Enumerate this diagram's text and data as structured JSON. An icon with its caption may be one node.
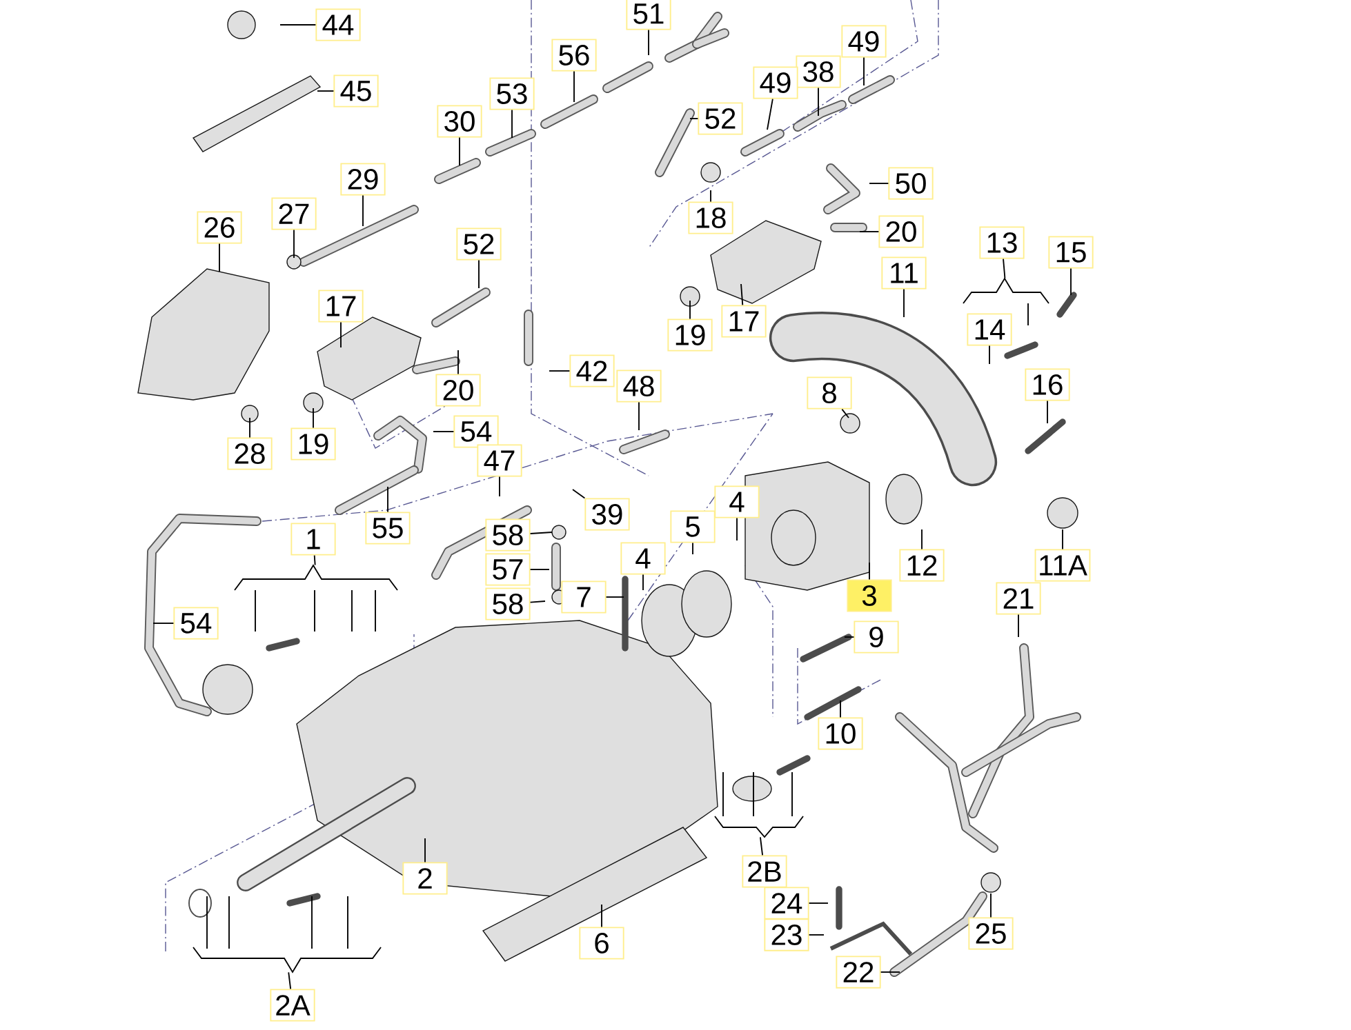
{
  "diagram": {
    "nodes": [
      {
        "text": [
          "44"
        ]
      },
      {
        "text": [
          "51"
        ]
      },
      {
        "text": [
          "56"
        ]
      },
      {
        "text": [
          "49"
        ]
      },
      {
        "text": [
          "38"
        ]
      },
      {
        "text": [
          "45"
        ]
      },
      {
        "text": [
          "53"
        ]
      },
      {
        "text": [
          "49"
        ]
      },
      {
        "text": [
          "52"
        ]
      },
      {
        "text": [
          "30"
        ]
      },
      {
        "text": [
          "29"
        ]
      },
      {
        "text": [
          "50"
        ]
      },
      {
        "text": [
          "18"
        ]
      },
      {
        "text": [
          "27"
        ]
      },
      {
        "text": [
          "26"
        ]
      },
      {
        "text": [
          "20"
        ]
      },
      {
        "text": [
          "52"
        ]
      },
      {
        "text": [
          "13"
        ]
      },
      {
        "text": [
          "15"
        ]
      },
      {
        "text": [
          "11"
        ]
      },
      {
        "text": [
          "17"
        ]
      },
      {
        "text": [
          "14"
        ]
      },
      {
        "text": [
          "17"
        ]
      },
      {
        "text": [
          "19"
        ]
      },
      {
        "text": [
          "42"
        ]
      },
      {
        "text": [
          "20"
        ]
      },
      {
        "text": [
          "48"
        ]
      },
      {
        "text": [
          "16"
        ]
      },
      {
        "text": [
          "8"
        ]
      },
      {
        "text": [
          "54"
        ]
      },
      {
        "text": [
          "28"
        ]
      },
      {
        "text": [
          "19"
        ]
      },
      {
        "text": [
          "47"
        ]
      },
      {
        "text": [
          "39"
        ]
      },
      {
        "text": [
          "55"
        ]
      },
      {
        "text": [
          "4"
        ]
      },
      {
        "text": [
          "5"
        ]
      },
      {
        "text": [
          "1"
        ]
      },
      {
        "text": [
          "58"
        ]
      },
      {
        "text": [
          "4"
        ]
      },
      {
        "text": [
          "12"
        ]
      },
      {
        "text": [
          "11A"
        ]
      },
      {
        "text": [
          "57"
        ]
      },
      {
        "text": [
          "3"
        ]
      },
      {
        "text": [
          "7"
        ]
      },
      {
        "text": [
          "58"
        ]
      },
      {
        "text": [
          "21"
        ]
      },
      {
        "text": [
          "54"
        ]
      },
      {
        "text": [
          "9"
        ]
      },
      {
        "text": [
          "10"
        ]
      },
      {
        "text": [
          "2B"
        ]
      },
      {
        "text": [
          "2"
        ]
      },
      {
        "text": [
          "24"
        ]
      },
      {
        "text": [
          "23"
        ]
      },
      {
        "text": [
          "6"
        ]
      },
      {
        "text": [
          "22"
        ]
      },
      {
        "text": [
          "25"
        ]
      },
      {
        "text": [
          "2A"
        ]
      },
      {
        "text": [],
        "shape": "bracket"
      },
      {
        "text": [],
        "shape": "bracket"
      },
      {
        "text": [],
        "shape": "bracket"
      },
      {
        "text": [],
        "shape": "bracket"
      }
    ],
    "edges": [
      {
        "from": 0,
        "to": null,
        "arrow": "none"
      },
      {
        "from": 1,
        "to": null,
        "arrow": "none"
      },
      {
        "from": 2,
        "to": null,
        "arrow": "none"
      },
      {
        "from": 3,
        "to": null,
        "arrow": "none"
      },
      {
        "from": 4,
        "to": null,
        "arrow": "none"
      },
      {
        "from": 5,
        "to": null,
        "arrow": "none"
      },
      {
        "from": 6,
        "to": null,
        "arrow": "none"
      },
      {
        "from": 7,
        "to": null,
        "arrow": "none"
      },
      {
        "from": 8,
        "to": null,
        "arrow": "none"
      },
      {
        "from": 9,
        "to": null,
        "arrow": "none"
      },
      {
        "from": 10,
        "to": null,
        "arrow": "none"
      },
      {
        "from": 11,
        "to": null,
        "arrow": "none"
      },
      {
        "from": 12,
        "to": null,
        "arrow": "none"
      },
      {
        "from": 13,
        "to": null,
        "arrow": "none"
      },
      {
        "from": 14,
        "to": null,
        "arrow": "none"
      },
      {
        "from": 15,
        "to": null,
        "arrow": "none"
      },
      {
        "from": 16,
        "to": null,
        "arrow": "none"
      },
      {
        "from": 17,
        "to": 59,
        "arrow": "none"
      },
      {
        "from": 18,
        "to": null,
        "arrow": "none"
      },
      {
        "from": 19,
        "to": null,
        "arrow": "none"
      },
      {
        "from": 20,
        "to": null,
        "arrow": "none"
      },
      {
        "from": 21,
        "to": null,
        "arrow": "none"
      },
      {
        "from": 22,
        "to": null,
        "arrow": "none"
      },
      {
        "from": 23,
        "to": null,
        "arrow": "none"
      },
      {
        "from": 24,
        "to": null,
        "arrow": "none"
      },
      {
        "from": 25,
        "to": null,
        "arrow": "none"
      },
      {
        "from": 26,
        "to": null,
        "arrow": "none"
      },
      {
        "from": 27,
        "to": null,
        "arrow": "none"
      },
      {
        "from": 28,
        "to": null,
        "arrow": "none"
      },
      {
        "from": 29,
        "to": null,
        "arrow": "none"
      },
      {
        "from": 30,
        "to": null,
        "arrow": "none"
      },
      {
        "from": 31,
        "to": null,
        "arrow": "none"
      },
      {
        "from": 32,
        "to": null,
        "arrow": "none"
      },
      {
        "from": 33,
        "to": null,
        "arrow": "none"
      },
      {
        "from": 34,
        "to": null,
        "arrow": "none"
      },
      {
        "from": 35,
        "to": null,
        "arrow": "none"
      },
      {
        "from": 36,
        "to": null,
        "arrow": "none"
      },
      {
        "from": 37,
        "to": 58,
        "arrow": "none"
      },
      {
        "from": 38,
        "to": null,
        "arrow": "none"
      },
      {
        "from": 39,
        "to": null,
        "arrow": "none"
      },
      {
        "from": 40,
        "to": null,
        "arrow": "none"
      },
      {
        "from": 41,
        "to": null,
        "arrow": "none"
      },
      {
        "from": 42,
        "to": null,
        "arrow": "none"
      },
      {
        "from": 43,
        "to": null,
        "arrow": "none"
      },
      {
        "from": 44,
        "to": null,
        "arrow": "none"
      },
      {
        "from": 45,
        "to": null,
        "arrow": "none"
      },
      {
        "from": 46,
        "to": null,
        "arrow": "none"
      },
      {
        "from": 47,
        "to": null,
        "arrow": "none"
      },
      {
        "from": 48,
        "to": null,
        "arrow": "none"
      },
      {
        "from": 49,
        "to": null,
        "arrow": "none"
      },
      {
        "from": 50,
        "to": 61,
        "arrow": "none"
      },
      {
        "from": 51,
        "to": null,
        "arrow": "none"
      },
      {
        "from": 52,
        "to": null,
        "arrow": "none"
      },
      {
        "from": 53,
        "to": null,
        "arrow": "none"
      },
      {
        "from": 54,
        "to": null,
        "arrow": "none"
      },
      {
        "from": 55,
        "to": null,
        "arrow": "none"
      },
      {
        "from": 56,
        "to": null,
        "arrow": "none"
      },
      {
        "from": 57,
        "to": 60,
        "arrow": "none"
      }
    ]
  }
}
